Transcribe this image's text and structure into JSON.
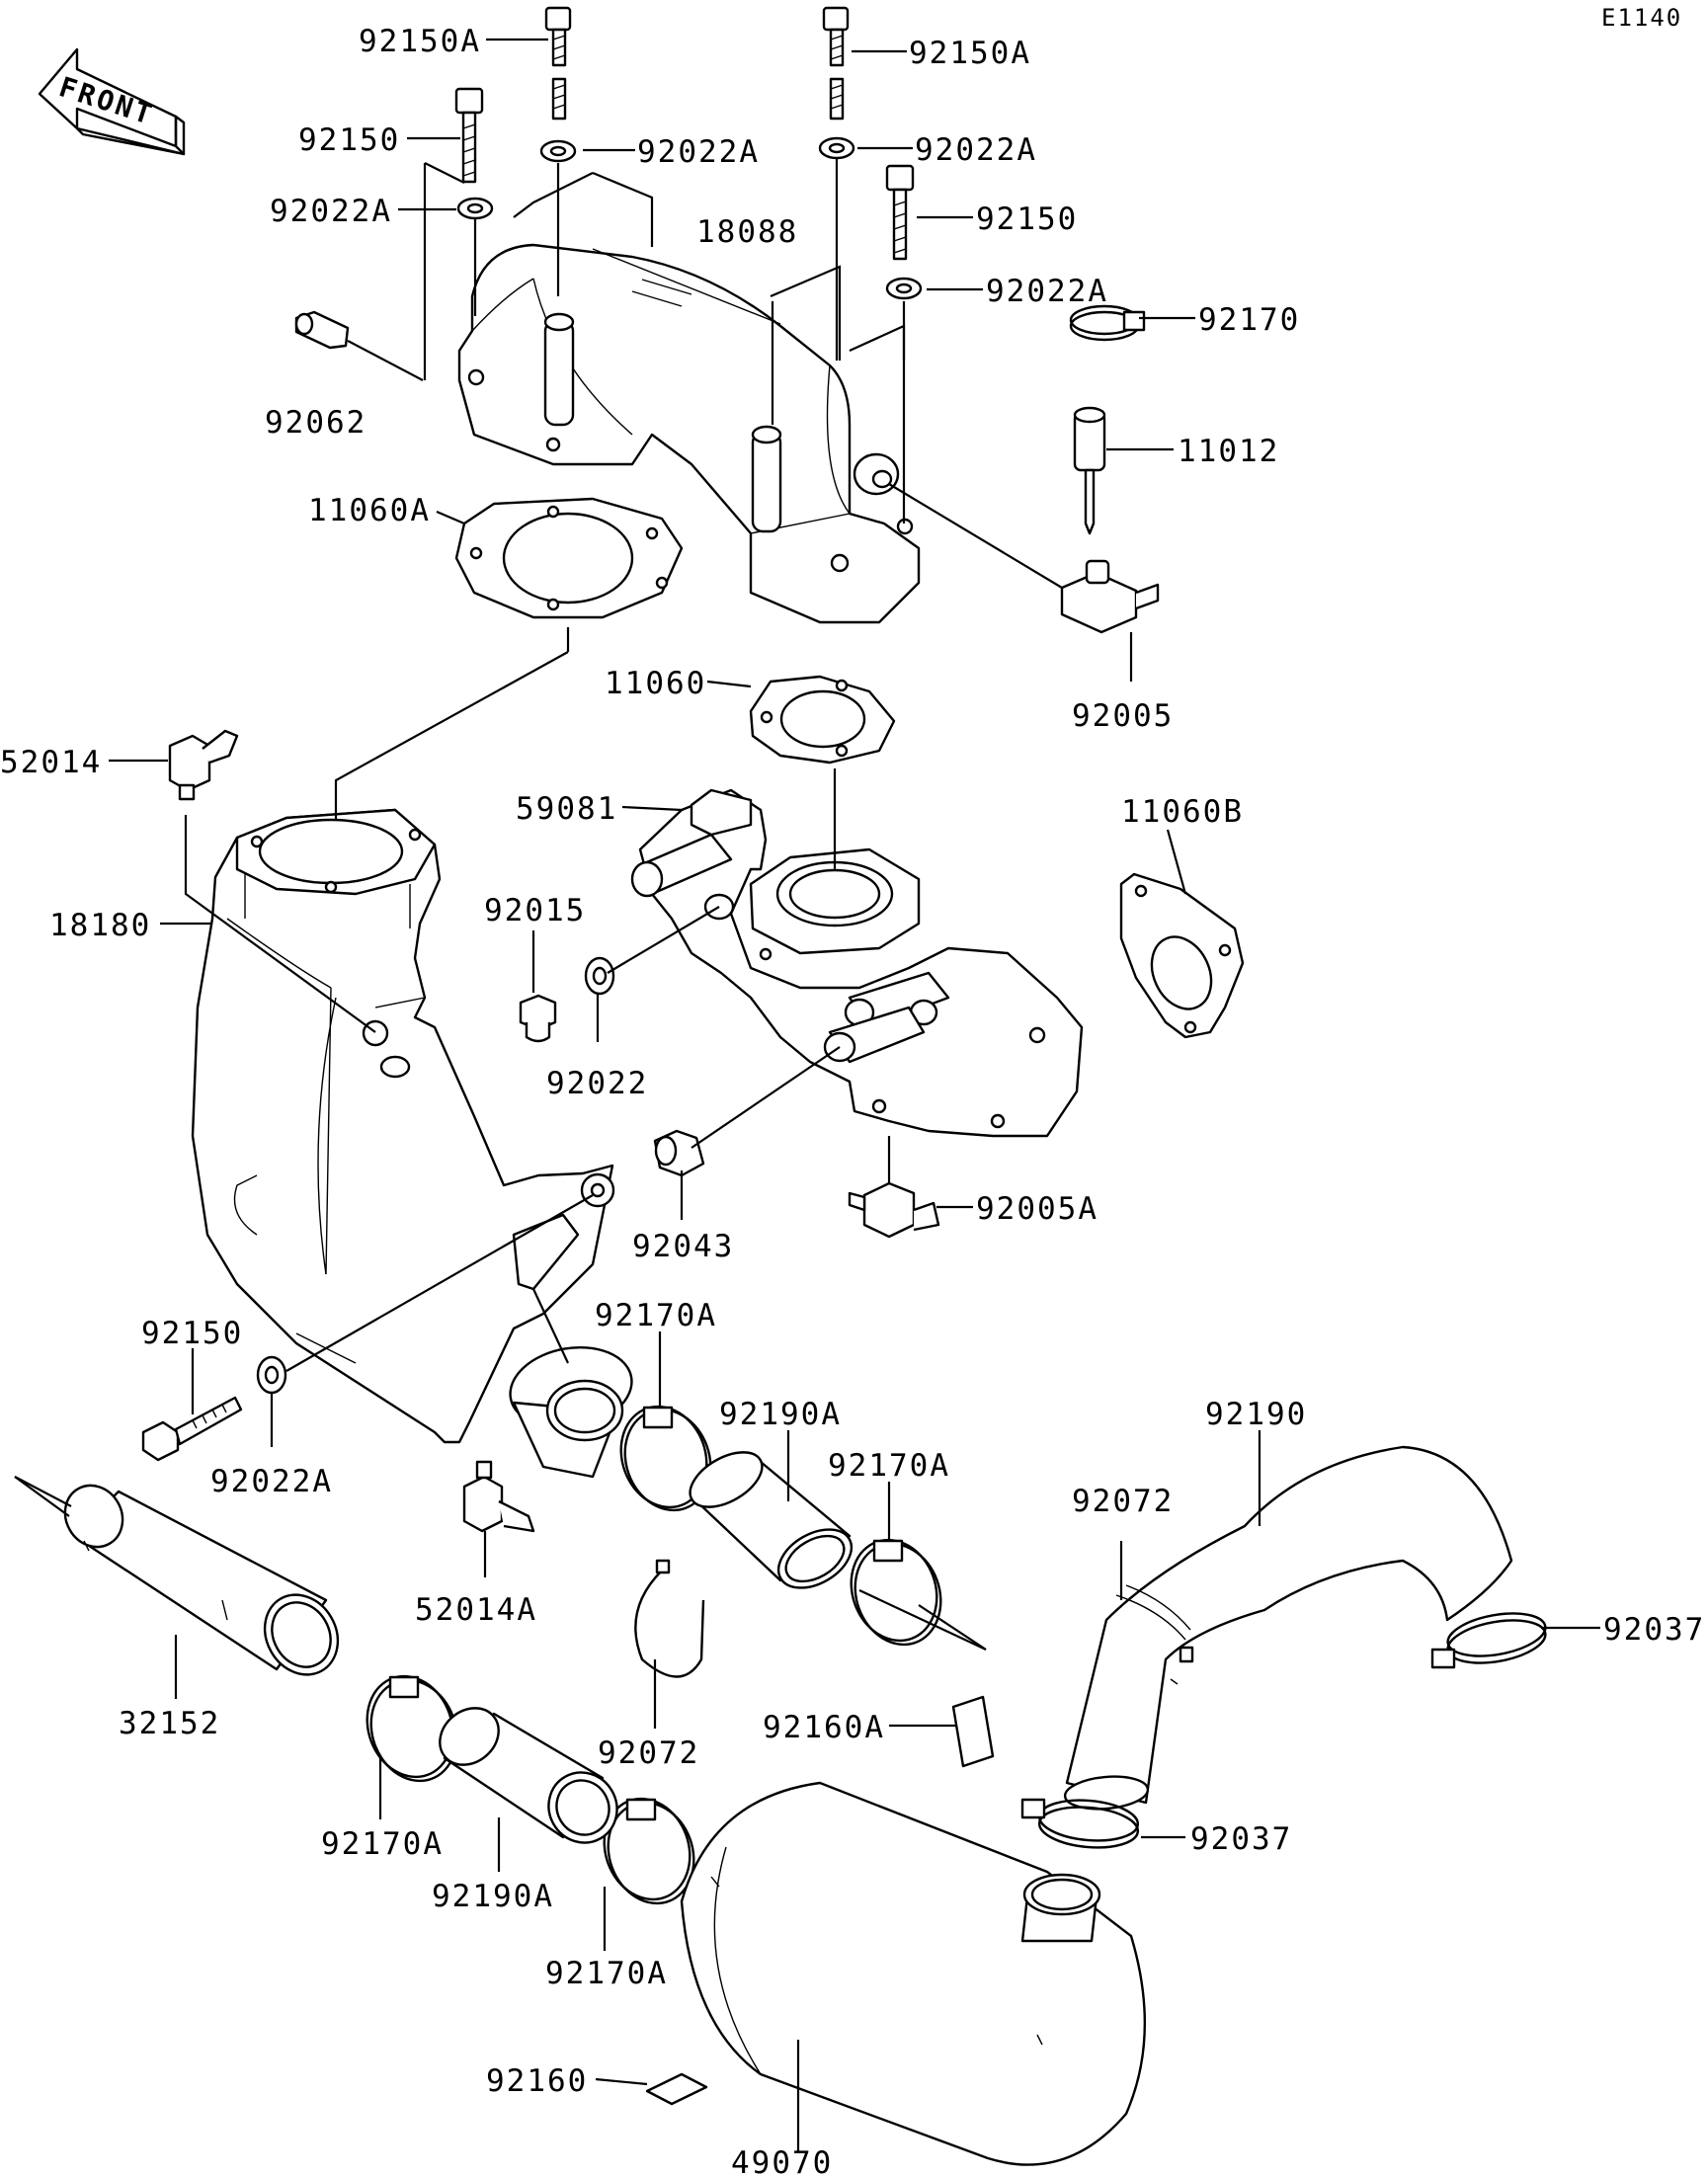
{
  "diagram_code": "E1140",
  "front_label": "FRONT",
  "labels": {
    "l92150A_a": "92150A",
    "l92150A_b": "92150A",
    "l92150_a": "92150",
    "l92022A_a": "92022A",
    "l92022A_b": "92022A",
    "l92022A_c": "92022A",
    "l92150_b": "92150",
    "l92022A_d": "92022A",
    "l18088": "18088",
    "l92170": "92170",
    "l92062": "92062",
    "l11012": "11012",
    "l11060A": "11060A",
    "l92005": "92005",
    "l11060": "11060",
    "l52014": "52014",
    "l59081": "59081",
    "l11060B": "11060B",
    "l18180": "18180",
    "l92015": "92015",
    "l92022": "92022",
    "l92043": "92043",
    "l92005A": "92005A",
    "l92150_c": "92150",
    "l92170A_a": "92170A",
    "l92190A_a": "92190A",
    "l92190": "92190",
    "l92170A_b": "92170A",
    "l92022A_e": "92022A",
    "l92072_a": "92072",
    "l52014A": "52014A",
    "l92037_a": "92037",
    "l32152": "32152",
    "l92072_b": "92072",
    "l92160A": "92160A",
    "l92170A_c": "92170A",
    "l92037_b": "92037",
    "l92190A_b": "92190A",
    "l92170A_d": "92170A",
    "l92160": "92160",
    "l49070": "49070"
  }
}
